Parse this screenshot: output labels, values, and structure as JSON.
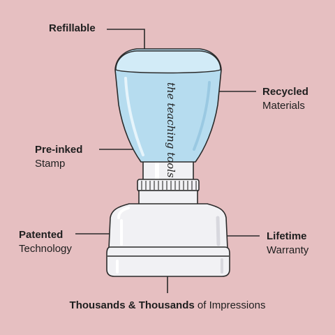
{
  "colors": {
    "background": "#e6bfc1",
    "handle_fill": "#b6dcef",
    "body_fill": "#f1f1f4",
    "outline": "#2a2a2a"
  },
  "callouts": {
    "refillable": {
      "bold": "Refillable"
    },
    "recycled": {
      "bold": "Recycled",
      "regular": "Materials"
    },
    "preinked": {
      "bold": "Pre-inked",
      "regular": "Stamp"
    },
    "patented": {
      "bold": "Patented",
      "regular": "Technology"
    },
    "lifetime": {
      "bold": "Lifetime",
      "regular": "Warranty"
    },
    "bottom": {
      "bold": "Thousands & Thousands",
      "regular": " of Impressions"
    }
  },
  "stamp": {
    "brand_text": "the teaching tools"
  }
}
